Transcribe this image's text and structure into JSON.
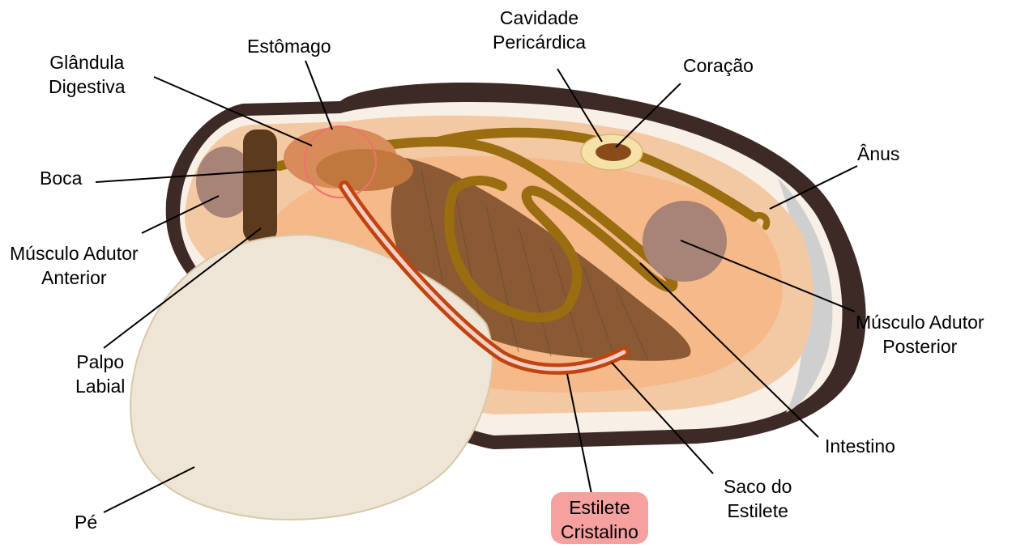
{
  "labels": {
    "estomago": [
      "Estômago"
    ],
    "cavidade": [
      "Cavidade",
      "Pericárdica"
    ],
    "glandula": [
      "Glândula",
      "Digestiva"
    ],
    "coracao": [
      "Coração"
    ],
    "anus": [
      "Ânus"
    ],
    "boca": [
      "Boca"
    ],
    "musculo_anterior": [
      "Músculo Adutor",
      "Anterior"
    ],
    "palpo": [
      "Palpo",
      "Labial"
    ],
    "musculo_posterior": [
      "Músculo Adutor",
      "Posterior"
    ],
    "intestino": [
      "Intestino"
    ],
    "saco": [
      "Saco do",
      "Estilete"
    ],
    "estilete": [
      "Estilete",
      "Cristalino"
    ],
    "pe": [
      "Pé"
    ]
  },
  "colors": {
    "shell": "#3d2a26",
    "mantle": "#f3c9a3",
    "mantle_inner": "#f5b98a",
    "gills": "#8a5a34",
    "gut": "#9a6d10",
    "adductor": "#a88378",
    "foot": "#efe5d7",
    "style_sac": "#c0440f",
    "highlight": "#f6a0a0"
  }
}
